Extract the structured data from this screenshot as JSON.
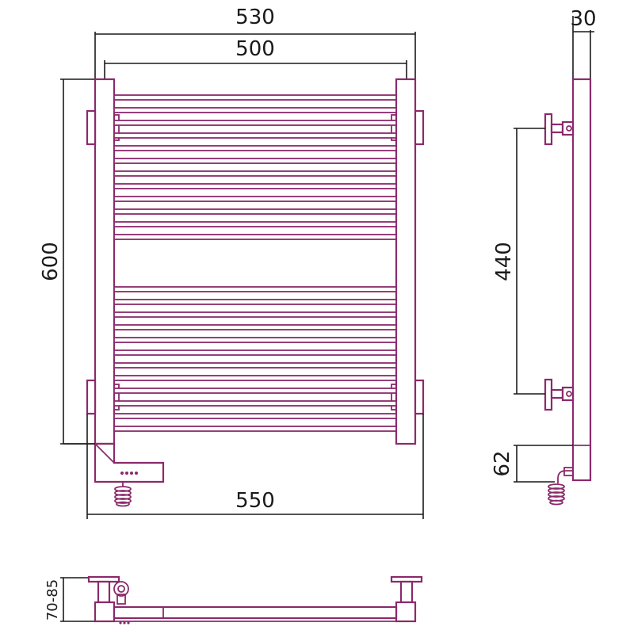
{
  "colors": {
    "outline": "#8b2a6b",
    "dimension": "#1a1a1a",
    "background": "#ffffff"
  },
  "dimensions": {
    "top_outer_width": "530",
    "top_inner_width": "500",
    "height": "600",
    "bottom_width": "550",
    "side_depth": "30",
    "mount_spacing": "440",
    "cable_offset": "62",
    "wall_offset": "70-85"
  },
  "rails": {
    "upper_count": 12,
    "lower_count": 12
  }
}
